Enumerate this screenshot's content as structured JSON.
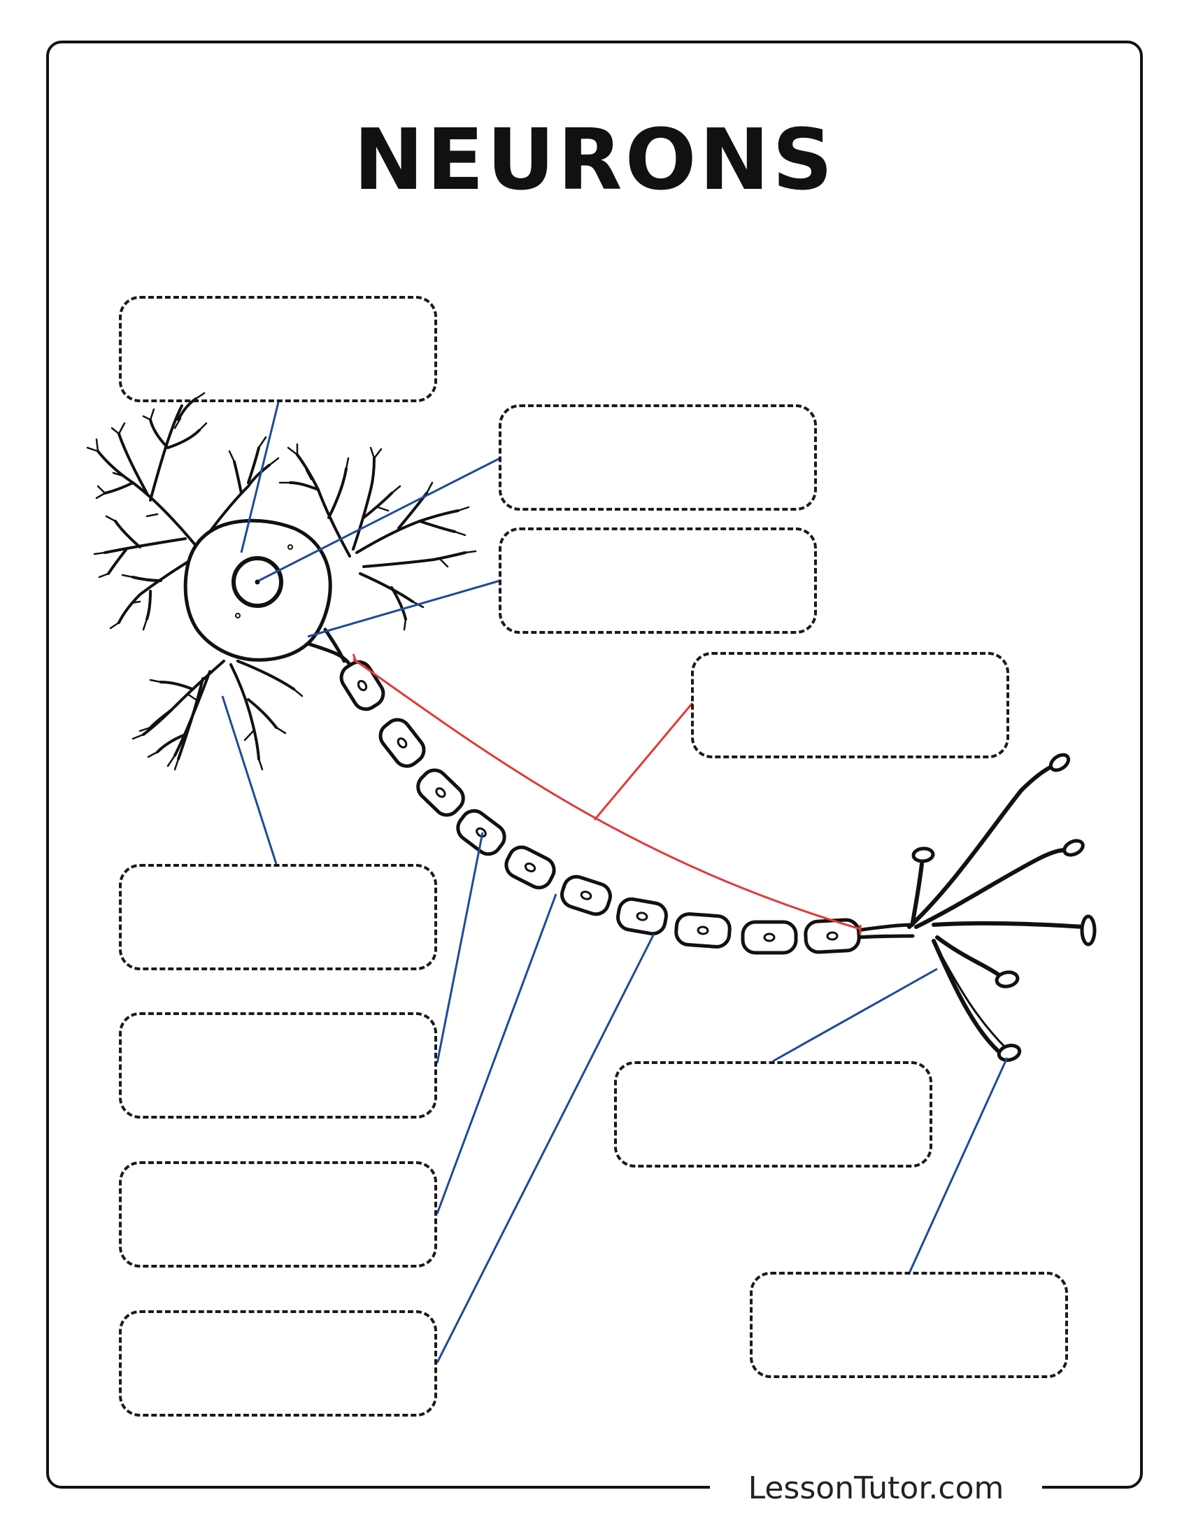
{
  "title": "NEURONS",
  "footer": "LessonTutor.com",
  "colors": {
    "outline": "#111111",
    "leader_line_blue": "#1e4a9a",
    "leader_line_red": "#e03a3a"
  },
  "label_boxes": [
    {
      "id": "box-1",
      "value": ""
    },
    {
      "id": "box-2",
      "value": ""
    },
    {
      "id": "box-3",
      "value": ""
    },
    {
      "id": "box-4",
      "value": ""
    },
    {
      "id": "box-5",
      "value": ""
    },
    {
      "id": "box-6",
      "value": ""
    },
    {
      "id": "box-7",
      "value": ""
    },
    {
      "id": "box-8",
      "value": ""
    },
    {
      "id": "box-9",
      "value": ""
    },
    {
      "id": "box-10",
      "value": ""
    }
  ]
}
